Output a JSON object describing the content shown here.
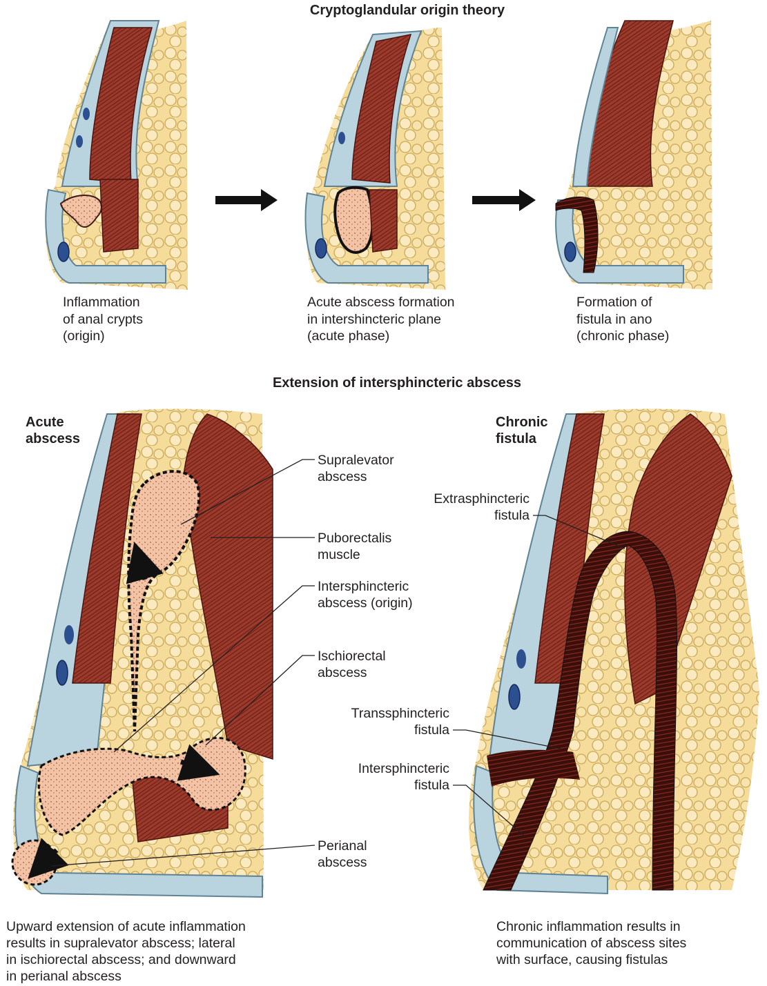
{
  "top": {
    "title": "Cryptoglandular origin theory",
    "stages": [
      {
        "lines": [
          "Inflammation",
          "of anal crypts",
          "(origin)"
        ]
      },
      {
        "lines": [
          "Acute abscess formation",
          "in intershincteric plane",
          "(acute phase)"
        ]
      },
      {
        "lines": [
          "Formation of",
          "fistula in ano",
          "(chronic phase)"
        ]
      }
    ]
  },
  "bottom": {
    "title": "Extension of intersphincteric abscess",
    "acute": {
      "heading": [
        "Acute",
        "abscess"
      ],
      "labels": {
        "supralevator": [
          "Supralevator",
          "abscess"
        ],
        "puborectalis": [
          "Puborectalis",
          "muscle"
        ],
        "intersphincteric_abscess": [
          "Intersphincteric",
          "abscess (origin)"
        ],
        "ischiorectal": [
          "Ischiorectal",
          "abscess"
        ],
        "perianal": [
          "Perianal",
          "abscess"
        ]
      },
      "caption": [
        "Upward extension of acute inflammation",
        "results in supralevator abscess; lateral",
        "in ischiorectal abscess; and downward",
        "in perianal abscess"
      ]
    },
    "chronic": {
      "heading": [
        "Chronic",
        "fistula"
      ],
      "labels": {
        "extrasphincteric": [
          "Extrasphincteric",
          "fistula"
        ],
        "transsphincteric": [
          "Transsphincteric",
          "fistula"
        ],
        "intersphincteric": [
          "Intersphincteric",
          "fistula"
        ]
      },
      "caption": [
        "Chronic inflammation results in",
        "communication of abscess sites",
        "with surface, causing fistulas"
      ]
    }
  },
  "colors": {
    "fat": "#f5dc9a",
    "fat_edge": "#c9a858",
    "muscle": "#9c3b2c",
    "muscle_dark": "#6e1f16",
    "fascia": "#b9d3df",
    "vessel": "#2c4f8f",
    "abscess": "#f2c3a4",
    "fistula": "#3a0e0a"
  }
}
